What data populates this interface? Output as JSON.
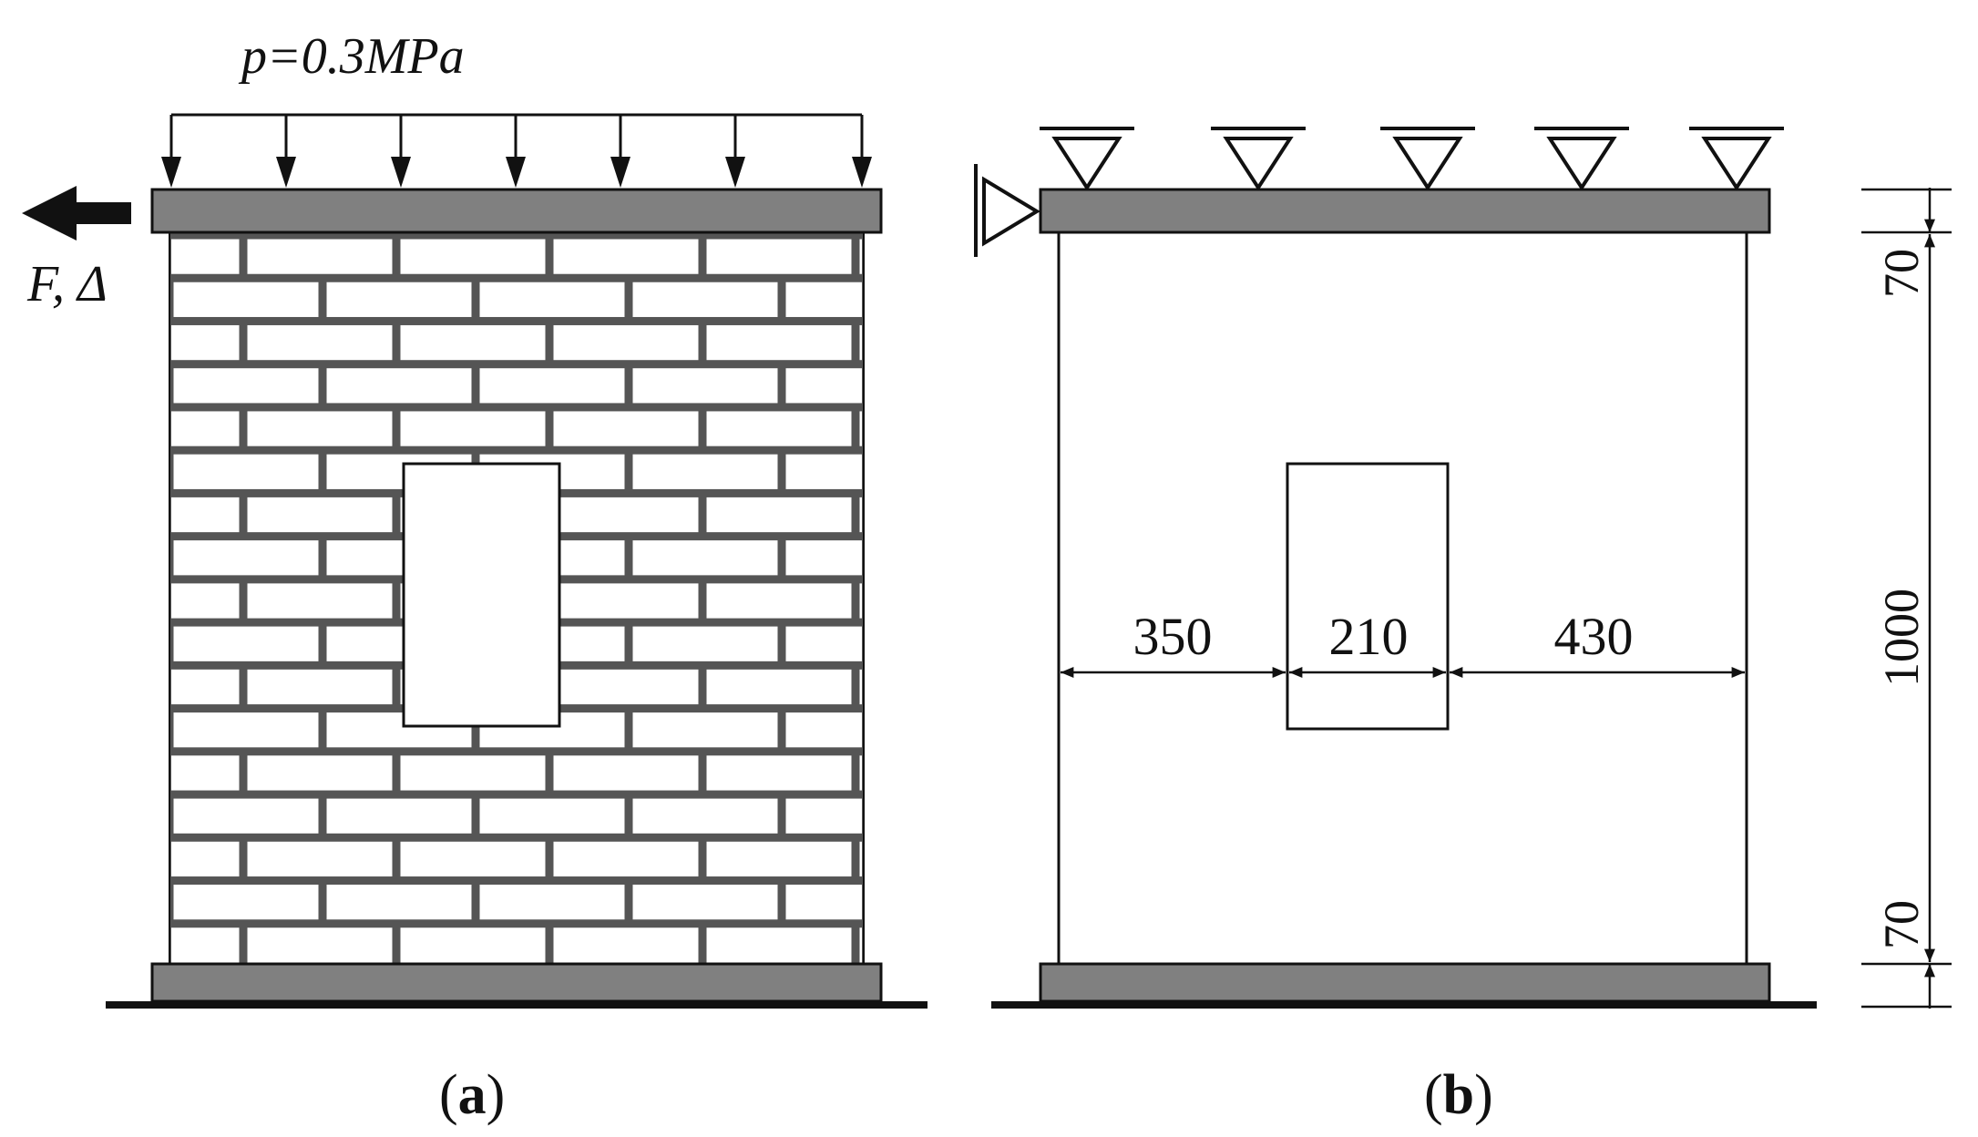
{
  "panel_a": {
    "load_label": "p=0.3MPa",
    "force_label": "F, Δ",
    "caption_open": "(",
    "caption_letter": "a",
    "caption_close": ")"
  },
  "panel_b": {
    "dimensions": {
      "left_pier": "350",
      "opening_width": "210",
      "right_pier": "430",
      "top_beam_height": "70",
      "wall_height": "1000",
      "bottom_beam_height": "70"
    },
    "caption_open": "(",
    "caption_letter": "b",
    "caption_close": ")"
  },
  "colors": {
    "beam_fill": "#808080",
    "mortar": "#555555",
    "line": "#111111",
    "background": "#ffffff"
  }
}
